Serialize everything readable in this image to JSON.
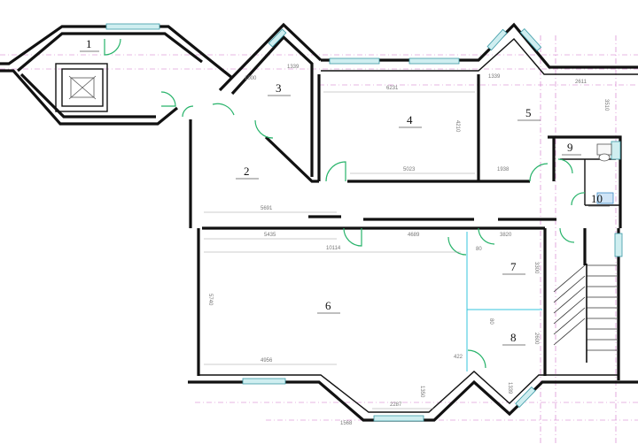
{
  "rooms": [
    {
      "id": "r1",
      "label": "1"
    },
    {
      "id": "r2",
      "label": "2"
    },
    {
      "id": "r3",
      "label": "3"
    },
    {
      "id": "r4",
      "label": "4"
    },
    {
      "id": "r5",
      "label": "5"
    },
    {
      "id": "r6",
      "label": "6"
    },
    {
      "id": "r7",
      "label": "7"
    },
    {
      "id": "r8",
      "label": "8"
    },
    {
      "id": "r9",
      "label": "9"
    },
    {
      "id": "r10",
      "label": "10"
    }
  ],
  "dimensions": {
    "d1000": "1000",
    "d1339a": "1339",
    "d6231": "6231",
    "d1339b": "1339",
    "d2611": "2611",
    "d3510": "3510",
    "d4210": "4210",
    "d5023": "5023",
    "d1938": "1938",
    "d5691": "5691",
    "d5435": "5435",
    "d4689": "4689",
    "d3820": "3820",
    "d80a": "80",
    "d10114": "10114",
    "d5740": "5740",
    "d3300": "3300",
    "d80b": "80",
    "d2600": "2600",
    "d4956": "4956",
    "d422": "422",
    "d1339c": "1339",
    "d1350": "1350",
    "d2287": "2287",
    "d1568": "1568"
  },
  "colors": {
    "walls": "#111111",
    "windows": "#cfeef0",
    "doors": "#27b36a",
    "axes": "#d070c8",
    "partition": "#35c4dc"
  }
}
